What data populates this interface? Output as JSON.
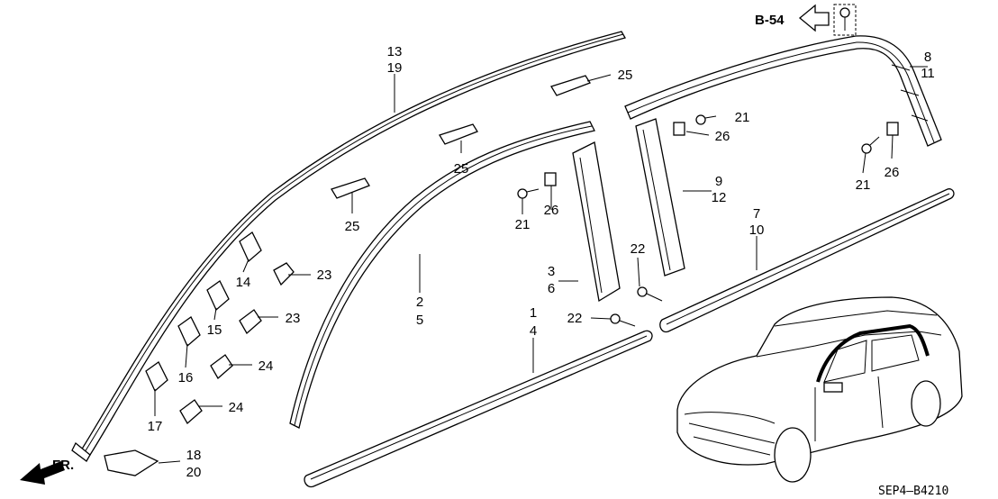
{
  "reference": {
    "text": "B-54"
  },
  "direction": {
    "text": "FR."
  },
  "diagram_code": "SEP4—B4210",
  "callouts": {
    "n1": "1",
    "n4": "4",
    "n2": "2",
    "n5": "5",
    "n3": "3",
    "n6": "6",
    "n7": "7",
    "n10": "10",
    "n8": "8",
    "n11": "11",
    "n9": "9",
    "n12": "12",
    "n13": "13",
    "n19": "19",
    "n14": "14",
    "n15": "15",
    "n16": "16",
    "n17": "17",
    "n18": "18",
    "n20": "20",
    "n21a": "21",
    "n21b": "21",
    "n21c": "21",
    "n22a": "22",
    "n22b": "22",
    "n23a": "23",
    "n23b": "23",
    "n24a": "24",
    "n24b": "24",
    "n25a": "25",
    "n25b": "25",
    "n25c": "25",
    "n26a": "26",
    "n26b": "26",
    "n26c": "26"
  }
}
